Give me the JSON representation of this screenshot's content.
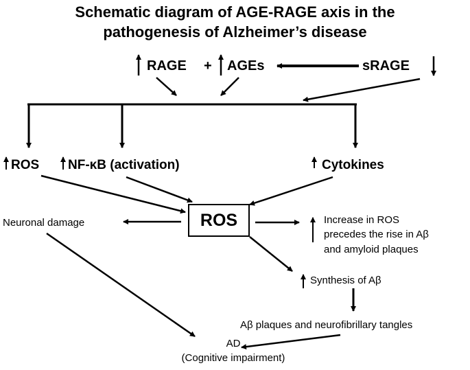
{
  "title": {
    "line1": "Schematic diagram of AGE-RAGE axis in the",
    "line2": "pathogenesis of Alzheimer’s disease"
  },
  "top_row": {
    "rage": "RAGE",
    "plus": "+",
    "ages": "AGEs",
    "srage": "sRAGE"
  },
  "middle_row": {
    "ros": "ROS",
    "nfkb": "NF-κB (activation)",
    "cytokines": "Cytokines"
  },
  "central": {
    "ros": "ROS"
  },
  "outcomes": {
    "neuronal_damage": "Neuronal damage",
    "increase_ros_1": "Increase in ROS",
    "increase_ros_2": "precedes the rise in Aβ",
    "increase_ros_3": "and amyloid plaques",
    "synthesis": "Synthesis of Aβ",
    "plaques": "Aβ plaques and neurofibrillary tangles",
    "ad": "AD",
    "cognitive": "(Cognitive impairment)"
  }
}
